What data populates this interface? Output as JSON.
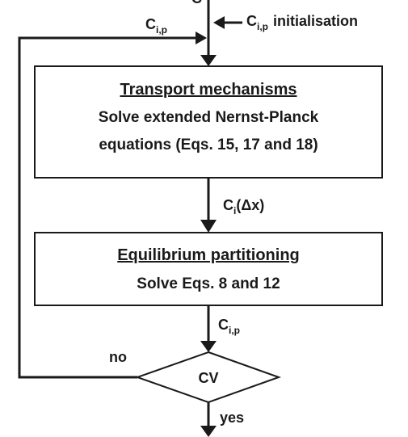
{
  "colors": {
    "stroke": "#1a1a1a",
    "background": "#ffffff"
  },
  "top_cropped_label": "C",
  "init_label": {
    "base": "C",
    "sub": "i,p",
    "suffix": "initialisation"
  },
  "loop_label": {
    "base": "C",
    "sub": "i,p"
  },
  "transport_box": {
    "title": "Transport mechanisms",
    "line1": "Solve extended Nernst-Planck",
    "line2": "equations (Eqs. 15, 17 and 18)"
  },
  "delta_label": {
    "base": "C",
    "sub": "i",
    "suffix": "(Δx)"
  },
  "equilibrium_box": {
    "title": "Equilibrium partitioning",
    "line1": "Solve Eqs. 8 and 12"
  },
  "after_eq_label": {
    "base": "C",
    "sub": "i,p"
  },
  "decision": {
    "label": "CV",
    "no_label": "no",
    "yes_label": "yes"
  }
}
